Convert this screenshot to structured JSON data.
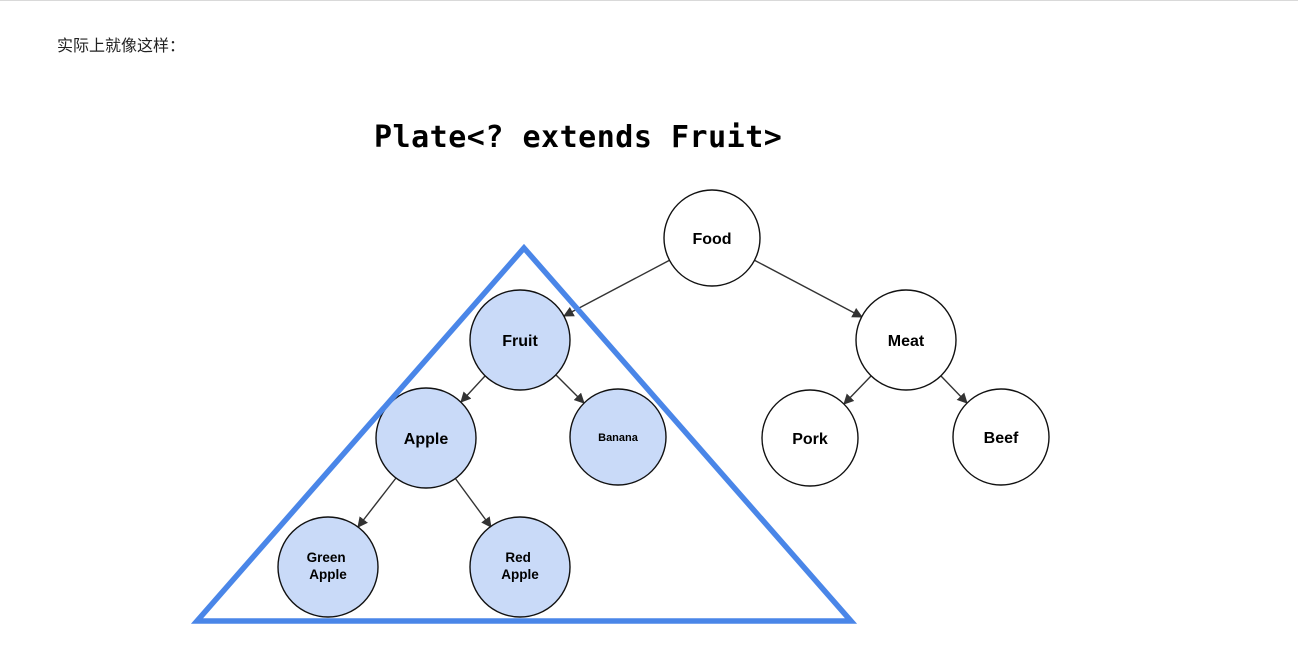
{
  "page": {
    "intro_text": "实际上就像这样：",
    "title": "Plate<? extends Fruit>"
  },
  "tree": {
    "nodes": {
      "food": {
        "label": "Food",
        "highlighted": false
      },
      "fruit": {
        "label": "Fruit",
        "highlighted": true
      },
      "meat": {
        "label": "Meat",
        "highlighted": false
      },
      "apple": {
        "label": "Apple",
        "highlighted": true
      },
      "banana": {
        "label": "Banana",
        "highlighted": true
      },
      "pork": {
        "label": "Pork",
        "highlighted": false
      },
      "beef": {
        "label": "Beef",
        "highlighted": false
      },
      "green_apple": {
        "label": "Green Apple",
        "lines": [
          "Green",
          "Apple"
        ],
        "highlighted": true
      },
      "red_apple": {
        "label": "Red Apple",
        "lines": [
          "Red",
          "Apple"
        ],
        "highlighted": true
      }
    },
    "edges": [
      {
        "from": "Food",
        "to": "Fruit"
      },
      {
        "from": "Food",
        "to": "Meat"
      },
      {
        "from": "Fruit",
        "to": "Apple"
      },
      {
        "from": "Fruit",
        "to": "Banana"
      },
      {
        "from": "Apple",
        "to": "Green Apple"
      },
      {
        "from": "Apple",
        "to": "Red Apple"
      },
      {
        "from": "Meat",
        "to": "Pork"
      },
      {
        "from": "Meat",
        "to": "Beef"
      }
    ],
    "highlighted_region": [
      "Fruit",
      "Apple",
      "Banana",
      "Green Apple",
      "Red Apple"
    ]
  },
  "colors": {
    "highlight_fill": "#c9daf8",
    "default_fill": "#ffffff",
    "node_stroke": "#111111",
    "triangle_stroke": "#4a86e8",
    "edge": "#333333"
  }
}
